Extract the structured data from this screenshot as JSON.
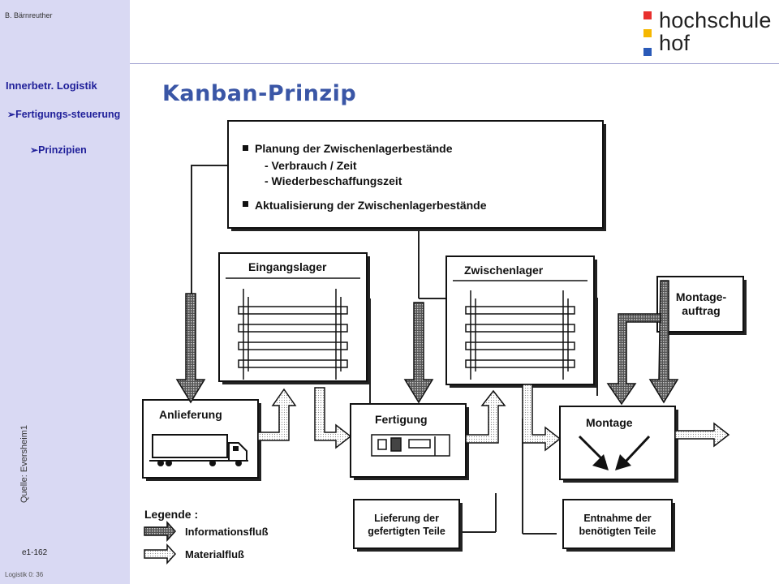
{
  "sidebar": {
    "author": "B. Bärnreuther",
    "nav_title": "Innerbetr. Logistik",
    "nav_sub": "Fertigungs-steuerung",
    "nav_sub2": "Prinzipien",
    "source": "Quelle: Eversheim1",
    "slide_code": "e1-162",
    "page_number": "Logistik 0:  36"
  },
  "logo": {
    "line1": "hochschule",
    "line2": "hof",
    "colors": [
      "#e8302e",
      "#f5b700",
      "#2a5ab8"
    ]
  },
  "title": "Kanban-Prinzip",
  "diagram": {
    "planning": {
      "item1": "Planung der Zwischenlagerbestände",
      "sub1": "- Verbrauch / Zeit",
      "sub2": "- Wiederbeschaffungszeit",
      "item2": "Aktualisierung der Zwischenlagerbestände"
    },
    "eingangslager": "Eingangslager",
    "zwischenlager": "Zwischenlager",
    "montageauftrag": "Montage-auftrag",
    "anlieferung": "Anlieferung",
    "fertigung": "Fertigung",
    "montage": "Montage",
    "lieferung": "Lieferung der gefertigten Teile",
    "entnahme": "Entnahme der benötigten Teile",
    "legend": {
      "title": "Legende :",
      "info": "Informationsfluß",
      "material": "Materialfluß"
    }
  }
}
